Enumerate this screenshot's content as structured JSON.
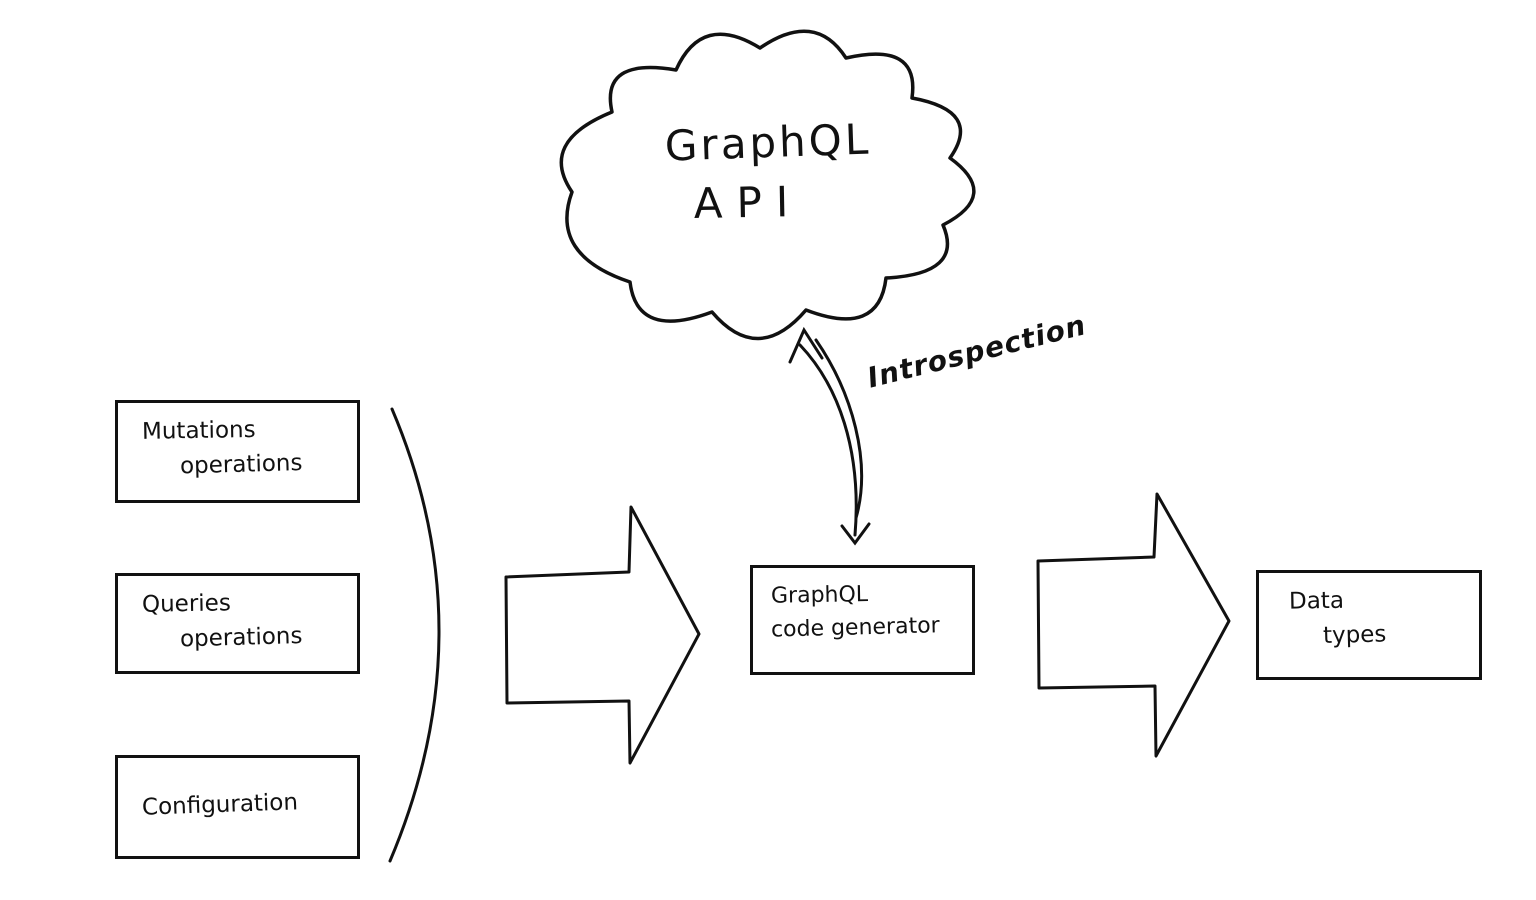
{
  "diagram": {
    "cloud": {
      "line1": "GraphQL",
      "line2": "API"
    },
    "introspection_label": "Introspection",
    "left_boxes": [
      {
        "line1": "Mutations",
        "line2": "operations"
      },
      {
        "line1": "Queries",
        "line2": "operations"
      },
      {
        "line1": "Configuration",
        "line2": ""
      }
    ],
    "center_box": {
      "line1": "GraphQL",
      "line2": "code generator"
    },
    "right_box": {
      "line1": "Data",
      "line2": "types"
    },
    "colors": {
      "stroke": "#111111",
      "background": "#ffffff"
    }
  }
}
